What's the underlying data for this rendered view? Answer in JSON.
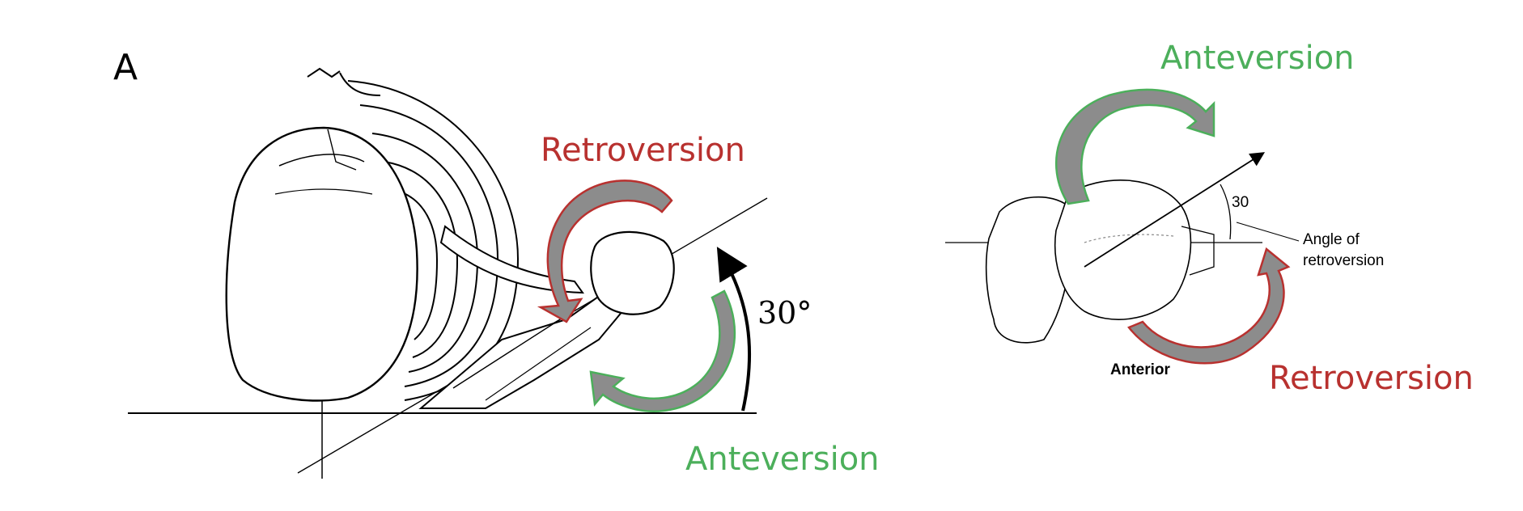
{
  "panel_letter": "A",
  "colors": {
    "anteversion": "#4caf5b",
    "retroversion": "#b8312f",
    "arrow_fill": "#8c8c8c",
    "line": "#000000"
  },
  "left": {
    "retroversion_label": "Retroversion",
    "anteversion_label": "Anteversion",
    "angle_label": "30°"
  },
  "right": {
    "anteversion_label": "Anteversion",
    "retroversion_label": "Retroversion",
    "angle_value": "30",
    "angle_caption_line1": "Angle of",
    "angle_caption_line2": "retroversion",
    "anterior_label": "Anterior"
  }
}
